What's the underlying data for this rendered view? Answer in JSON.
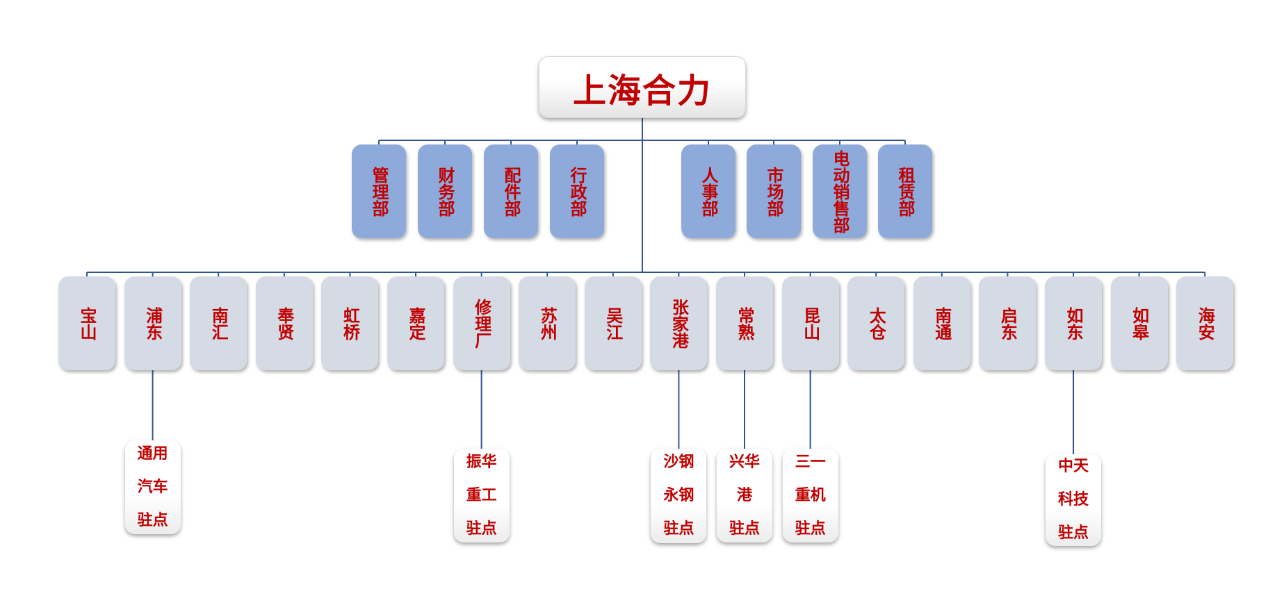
{
  "root": {
    "label": "上海合力"
  },
  "departments": [
    "管理部",
    "财务部",
    "配件部",
    "行政部",
    "人事部",
    "市场部",
    "电动销售部",
    "租赁部"
  ],
  "branches": [
    "宝山",
    "浦东",
    "南汇",
    "奉贤",
    "虹桥",
    "嘉定",
    "修理厂",
    "苏州",
    "吴江",
    "张家港",
    "常熟",
    "昆山",
    "太仓",
    "南通",
    "启东",
    "如东",
    "如皋",
    "海安"
  ],
  "stations": [
    {
      "parent": "浦东",
      "label": "通用\n汽车\n驻点"
    },
    {
      "parent": "修理厂",
      "label": "振华\n重工\n驻点"
    },
    {
      "parent": "张家港",
      "label": "沙钢\n永钢\n驻点"
    },
    {
      "parent": "常熟",
      "label": "兴华\n港\n驻点"
    },
    {
      "parent": "昆山",
      "label": "三一\n重机\n驻点"
    },
    {
      "parent": "如东",
      "label": "中天\n科技\n驻点"
    }
  ],
  "colors": {
    "line": "#2f5597",
    "text": "#c00000",
    "dept_fill": "#8eaadb",
    "branch_fill": "#d5dbe5"
  }
}
